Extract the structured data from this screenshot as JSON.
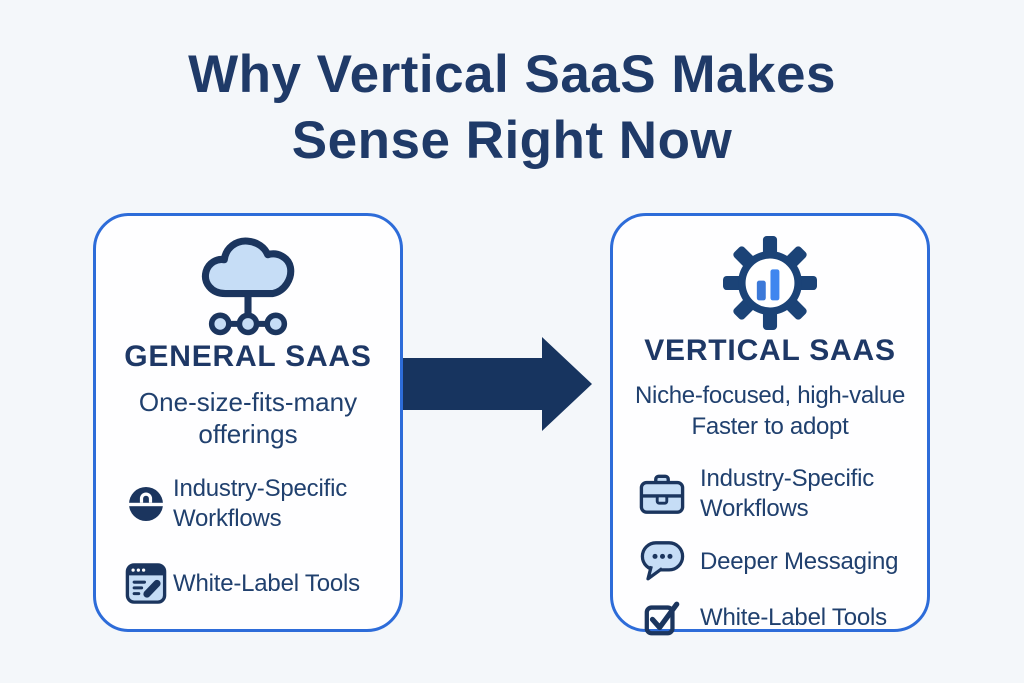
{
  "title": {
    "line1": "Why Vertical SaaS Makes",
    "line2": "Sense Right Now"
  },
  "colors": {
    "page_background": "#f4f7fa",
    "card_background": "#fefeff",
    "card_border_blue": "#2d6cd9",
    "text_navy": "#1f3a68",
    "icon_navy": "#1b355e",
    "icon_light_blue": "#c6ddf6",
    "bar_blue_left": "#3c79d8",
    "bar_blue_right": "#3f86ef",
    "arrow_navy": "#17345f"
  },
  "cards": {
    "general": {
      "icon": "cloud-network-icon",
      "heading": "GENERAL SAAS",
      "subtitle_line1": "One-size-fits-many",
      "subtitle_line2": "offerings",
      "features": [
        {
          "icon": "circle-briefcase-icon",
          "lines": [
            "Industry-Specific",
            "Workflows"
          ]
        },
        {
          "icon": "window-edit-icon",
          "lines": [
            "White-Label Tools"
          ]
        }
      ]
    },
    "vertical": {
      "icon": "gear-chart-icon",
      "heading": "VERTICAL SAAS",
      "subtitle_line1": "Niche-focused, high-value",
      "subtitle_line2": "Faster to adopt",
      "features": [
        {
          "icon": "briefcase-icon",
          "lines": [
            "Industry-Specific",
            "Workflows"
          ]
        },
        {
          "icon": "chat-bubble-icon",
          "lines": [
            "Deeper Messaging"
          ]
        },
        {
          "icon": "checkbox-check-icon",
          "lines": [
            "White-Label Tools"
          ]
        }
      ]
    }
  },
  "arrow": {
    "name": "general-to-vertical-arrow"
  }
}
